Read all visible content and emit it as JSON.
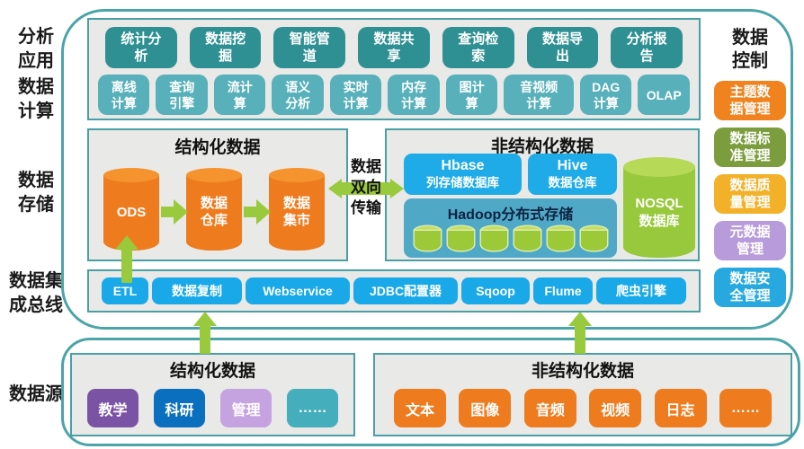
{
  "side_labels": {
    "analysis_application": "分析\n应用",
    "data_computing": "数据\n计算",
    "data_storage": "数据\n存储",
    "data_integration_bus": "数据集\n成总线",
    "data_source": "数据源"
  },
  "analysis_apps": [
    "统计分\n析",
    "数据挖\n掘",
    "智能管\n道",
    "数据共\n享",
    "查询检\n索",
    "数据导\n出",
    "分析报\n告"
  ],
  "computing": [
    "离线\n计算",
    "查询\n引擎",
    "流计\n算",
    "语义\n分析",
    "实时\n计算",
    "内存\n计算",
    "图计\n算",
    "音视频\n计算",
    "DAG\n计算",
    "OLAP"
  ],
  "storage": {
    "structured": {
      "title": "结构化数据",
      "nodes": [
        "ODS",
        "数据\n仓库",
        "数据\n集市"
      ]
    },
    "transfer_label": "数据\n双向\n传输",
    "unstructured": {
      "title": "非结构化数据",
      "hbase_line1": "Hbase",
      "hbase_line2": "列存储数据库",
      "hive_line1": "Hive",
      "hive_line2": "数据仓库",
      "hadoop_title": "Hadoop分布式存储",
      "nosql": "NOSQL\n数据库"
    }
  },
  "bus": [
    "ETL",
    "数据复制",
    "Webservice",
    "JDBC配置器",
    "Sqoop",
    "Flume",
    "爬虫引擎"
  ],
  "control": {
    "title": "数据\n控制",
    "items": [
      {
        "label": "主题数\n据管理",
        "color": "#F0831E"
      },
      {
        "label": "数据标\n准管理",
        "color": "#7C9D3D"
      },
      {
        "label": "数据质\n量管理",
        "color": "#F2B129"
      },
      {
        "label": "元数据\n管理",
        "color": "#B89BDB"
      },
      {
        "label": "数据安\n全管理",
        "color": "#27A9E0"
      }
    ]
  },
  "sources": {
    "structured": {
      "title": "结构化数据",
      "items": [
        {
          "label": "教学",
          "color": "#7B53A5"
        },
        {
          "label": "科研",
          "color": "#0A6FBE"
        },
        {
          "label": "管理",
          "color": "#C5A3E0"
        },
        {
          "label": "……",
          "color": "#45AEBC"
        }
      ]
    },
    "unstructured": {
      "title": "非结构化数据",
      "items": [
        "文本",
        "图像",
        "音频",
        "视频",
        "日志",
        "……"
      ]
    }
  },
  "colors": {
    "container_border": "#4BA4A7",
    "section_background": "#E9E9E7",
    "analysis_box": "#2F9093",
    "computing_box": "#58B0BA",
    "orange": "#EE7C1E",
    "arrow_green": "#99C93C",
    "cyan_blue": "#1FABE8",
    "hadoop_box": "#4FA9C6",
    "nosql_green": "#98C83C"
  }
}
